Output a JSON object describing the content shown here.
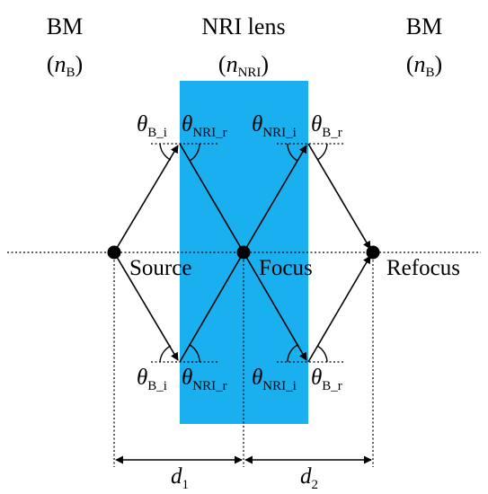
{
  "colors": {
    "lens": "#1AB0F0",
    "ink": "#000000",
    "background": "#FFFFFF"
  },
  "media": {
    "left": {
      "name": "BM",
      "index_symbol": "n",
      "index_sub": "B"
    },
    "lens": {
      "name": "NRI lens",
      "index_symbol": "n",
      "index_sub": "NRI"
    },
    "right": {
      "name": "BM",
      "index_symbol": "n",
      "index_sub": "B"
    }
  },
  "points": {
    "source": "Source",
    "focus": "Focus",
    "refocus": "Refocus"
  },
  "angles": {
    "symbol": "θ",
    "incident_bm": "B_i",
    "refracted_nri": "NRI_r",
    "incident_nri": "NRI_i",
    "refracted_bm": "B_r"
  },
  "distances": {
    "d1": {
      "symbol": "d",
      "sub": "1"
    },
    "d2": {
      "symbol": "d",
      "sub": "2"
    }
  }
}
